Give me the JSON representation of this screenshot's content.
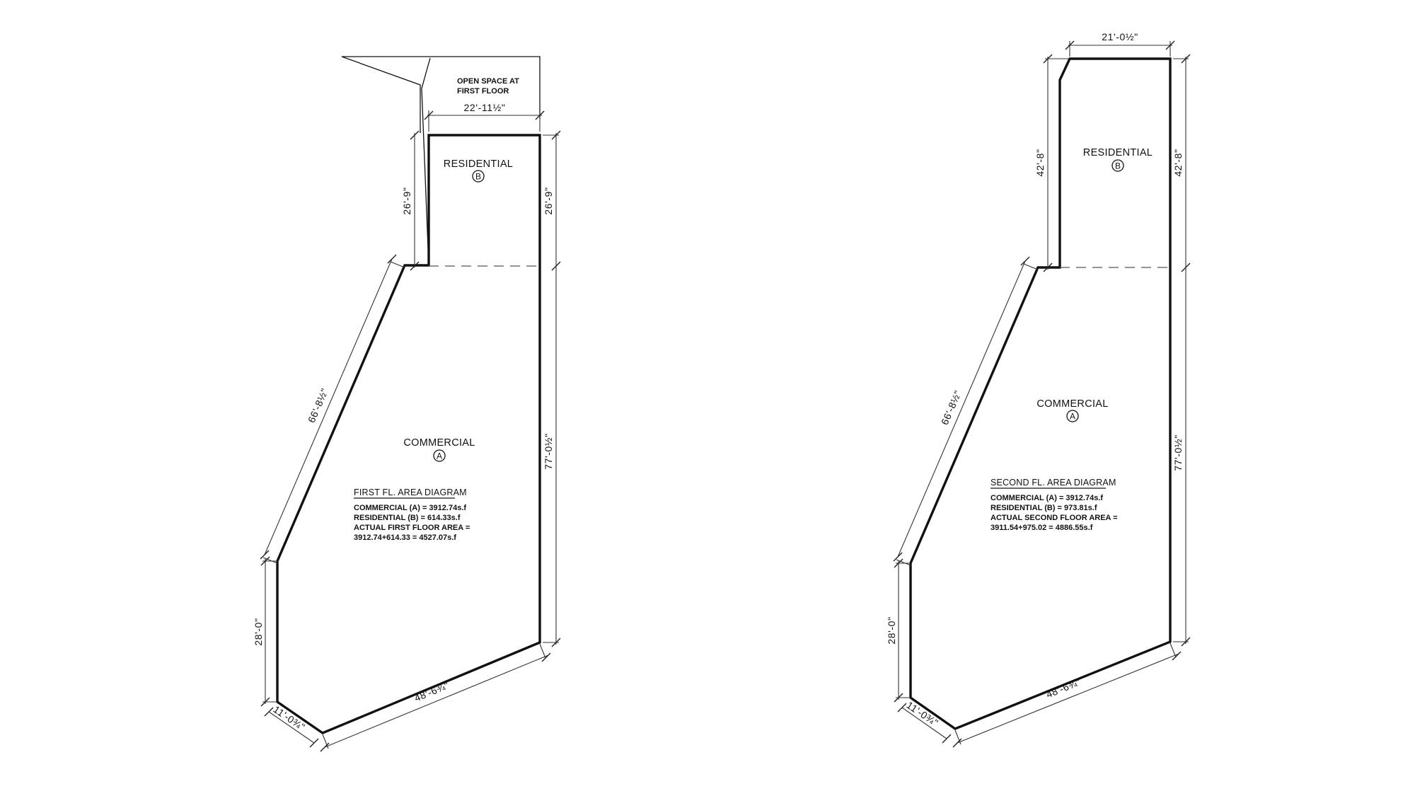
{
  "plans": [
    {
      "id": "first",
      "open_space_label": [
        "OPEN SPACE AT",
        "FIRST FLOOR"
      ],
      "rooms": [
        {
          "name": "RESIDENTIAL",
          "tag": "B"
        },
        {
          "name": "COMMERCIAL",
          "tag": "A"
        }
      ],
      "dims": {
        "top": "22'-11½\"",
        "left_upper": "26'-9\"",
        "right_upper": "26'-9\"",
        "diagonal": "66'-8½\"",
        "right_lower": "77'-0½\"",
        "left_lower": "28'-0\"",
        "bottom": "48'-6¾\"",
        "corner": "11'-0¾\""
      },
      "area_title": "FIRST  FL. AREA DIAGRAM",
      "area_lines": [
        "COMMERCIAL (A) = 3912.74s.f",
        "RESIDENTIAL (B) = 614.33s.f",
        "ACTUAL FIRST FLOOR AREA =",
        "3912.74+614.33 = 4527.07s.f"
      ]
    },
    {
      "id": "second",
      "rooms": [
        {
          "name": "RESIDENTIAL",
          "tag": "B"
        },
        {
          "name": "COMMERCIAL",
          "tag": "A"
        }
      ],
      "dims": {
        "top": "21'-0½\"",
        "left_upper": "42'-8\"",
        "right_upper": "42'-8\"",
        "diagonal": "66'-8½\"",
        "right_lower": "77'-0½\"",
        "left_lower": "28'-0\"",
        "bottom": "48'-6¾\"",
        "corner": "11'-0¾\""
      },
      "area_title": "SECOND  FL. AREA DIAGRAM",
      "area_lines": [
        "COMMERCIAL (A) = 3912.74s.f",
        "RESIDENTIAL (B) = 973.81s.f",
        "ACTUAL SECOND FLOOR AREA =",
        "3911.54+975.02 = 4886.55s.f"
      ]
    }
  ]
}
